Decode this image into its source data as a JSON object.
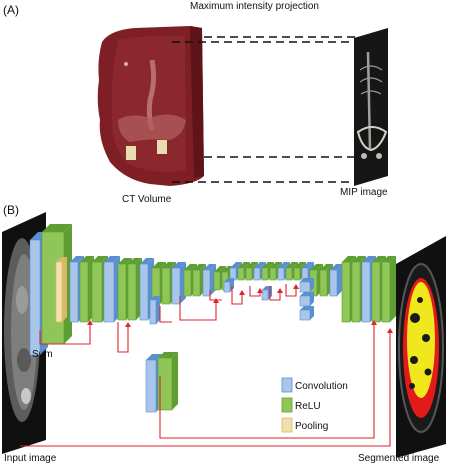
{
  "panel_a": {
    "label": "(A)",
    "projection_title": "Maximum intensity projection",
    "ct_volume_label": "CT Volume",
    "mip_image_label": "MIP image"
  },
  "panel_b": {
    "label": "(B)",
    "sum_label": "Sum",
    "input_image_label": "Input image",
    "segmented_image_label": "Segmented image",
    "legend": [
      {
        "label": "Convolution",
        "color": "#a9c6ea"
      },
      {
        "label": "ReLU",
        "color": "#8fc657"
      },
      {
        "label": "Pooling",
        "color": "#f4dfae"
      }
    ]
  },
  "colors": {
    "ct_volume": "#7d1f24",
    "connection": "#d8262c",
    "conv_side": "#5b8fcf",
    "relu_side": "#5f9e32",
    "pool_side": "#d9b86a",
    "segmentation_yellow": "#f0e81c",
    "segmentation_red": "#e21a1a"
  }
}
